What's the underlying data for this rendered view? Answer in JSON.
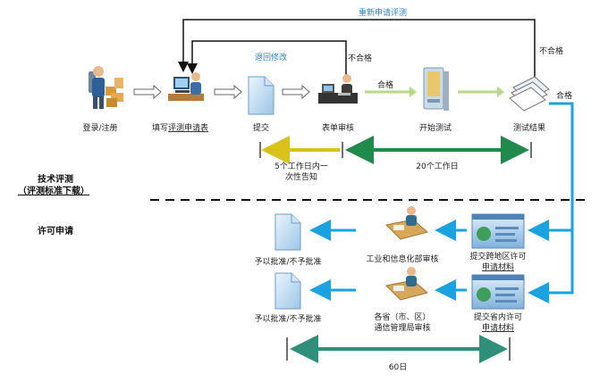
{
  "top": {
    "resubmit_label": "重新申请评测",
    "return_label": "退回修改",
    "fail_label_1": "不合格",
    "fail_label_2": "不合格",
    "pass_label_1": "合格",
    "pass_label_2": "合格"
  },
  "flow": {
    "login": "登录/注册",
    "fill_prefix": "填写",
    "fill_link": "评测申请表",
    "submit": "提交",
    "review": "表单审核",
    "start": "开始测试",
    "end": "测试结果"
  },
  "timeline": {
    "short_line1": "5个工作日内一",
    "short_line2": "次性告知",
    "long": "20个工作日"
  },
  "section": {
    "tech_title": "技术评测",
    "tech_sub": "（评测标准下载）",
    "license_title": "许可申请"
  },
  "license": {
    "row1_result": "予以批准/不予批准",
    "row1_reviewer": "工业和信息化部审核",
    "row1_submit_line1": "提交跨地区许可",
    "row1_submit_line2": "申请材料",
    "row2_result": "予以批准/不予批准",
    "row2_reviewer_line1": "各省（市、区）",
    "row2_reviewer_line2": "通信管理局审核",
    "row2_submit_line1": "提交省内许可",
    "row2_submit_line2": "申请材料",
    "bottom_span": "60日"
  },
  "colors": {
    "blue_arrow": "#1aa3e0",
    "green_arrow": "#1f8a4c",
    "light_green_arrow": "#b7d98b",
    "yellow": "#e2d020",
    "teal_bar": "#2f8f7a",
    "label_blue": "#2a7fc0"
  }
}
